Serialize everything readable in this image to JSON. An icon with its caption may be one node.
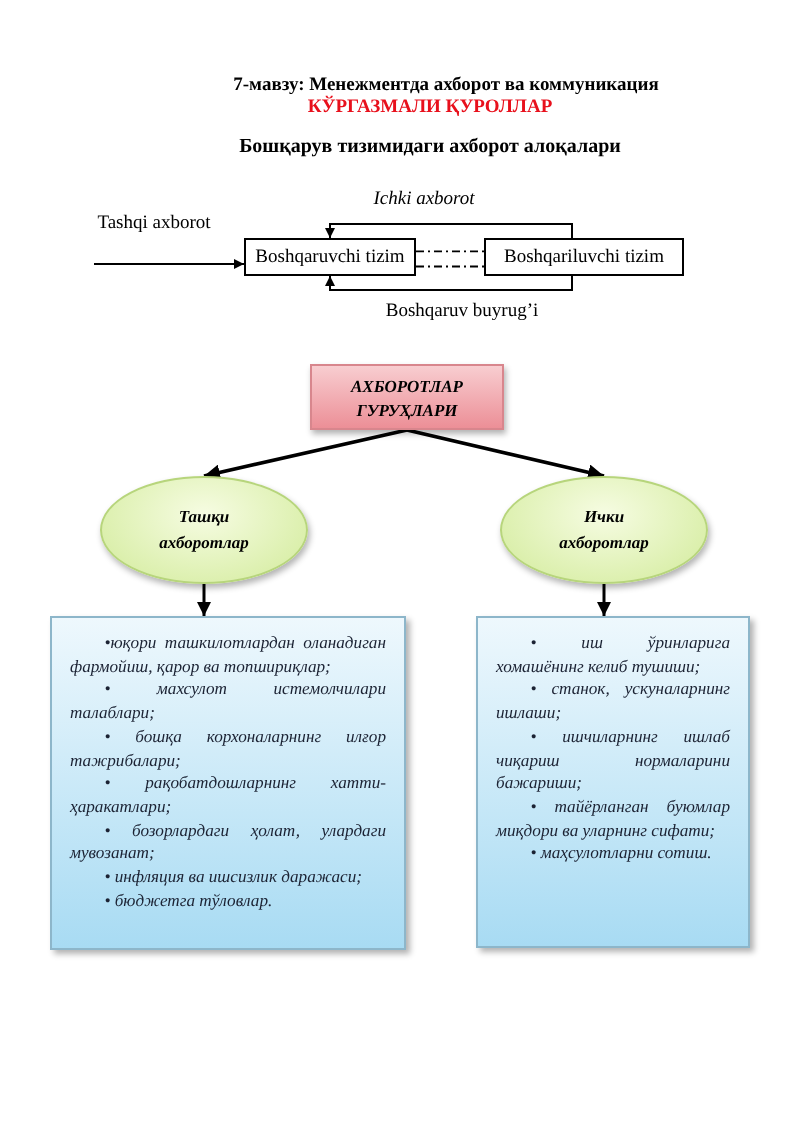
{
  "diagram": {
    "title": "7-мавзу: Менежментда ахборот ва коммуникация",
    "nodes": [
      {
        "text": [
          "Boshqaruvchi tizim"
        ]
      },
      {
        "text": [
          "Boshqariluvchi tizim"
        ]
      },
      {
        "text": [
          "АХБОРОТЛАР ГУРУҲЛАРИ"
        ]
      },
      {
        "text": [
          "Ташқи ахборотлар"
        ]
      },
      {
        "text": [
          "Ички ахборотлар"
        ]
      },
      {
        "text": [
          "•юқори ташкилотлардан оланадиган фармойиш, қарор ва топшириқлар;",
          "• махсулот истемолчилари талаблари;",
          "• бошқа корхоналарнинг илғор тажрибалари;",
          "• рақобатдошларнинг хатти-ҳаракатлари;",
          "• бозорлардаги ҳолат, улардаги мувозанат;",
          "• инфляция ва ишсизлик даражаси;",
          "• бюджетга тўловлар."
        ]
      },
      {
        "text": [
          "• иш ўринларига хомашёнинг келиб тушиши;",
          "• станок, ускуналарнинг ишлаши;",
          "• ишчиларнинг ишлаб чиқариш нормаларини бажариши;",
          "• тайёрланган буюмлар миқдори ва уларнинг сифати;",
          "• маҳсулотларни сотиш."
        ]
      }
    ],
    "edges": [
      {
        "from": null,
        "to": 0,
        "arrow": "to",
        "label": "Tashqi axborot"
      },
      {
        "from": 1,
        "to": 0,
        "arrow": "to",
        "label": "Ichki axborot"
      },
      {
        "from": 1,
        "to": 0,
        "arrow": "to",
        "label": "Boshqaruv buyrug’i"
      },
      {
        "from": 0,
        "to": 1,
        "arrow": "none",
        "style": "dashed"
      },
      {
        "from": 0,
        "to": 1,
        "arrow": "none",
        "style": "dashed"
      },
      {
        "from": 2,
        "to": 3,
        "arrow": "to"
      },
      {
        "from": 2,
        "to": 4,
        "arrow": "to"
      },
      {
        "from": 3,
        "to": 5,
        "arrow": "to"
      },
      {
        "from": 4,
        "to": 6,
        "arrow": "to"
      }
    ],
    "labels": [
      "КЎРГАЗМАЛИ ҚУРОЛЛАР",
      "Бошқарув тизимидаги ахборот алоқалари"
    ]
  }
}
